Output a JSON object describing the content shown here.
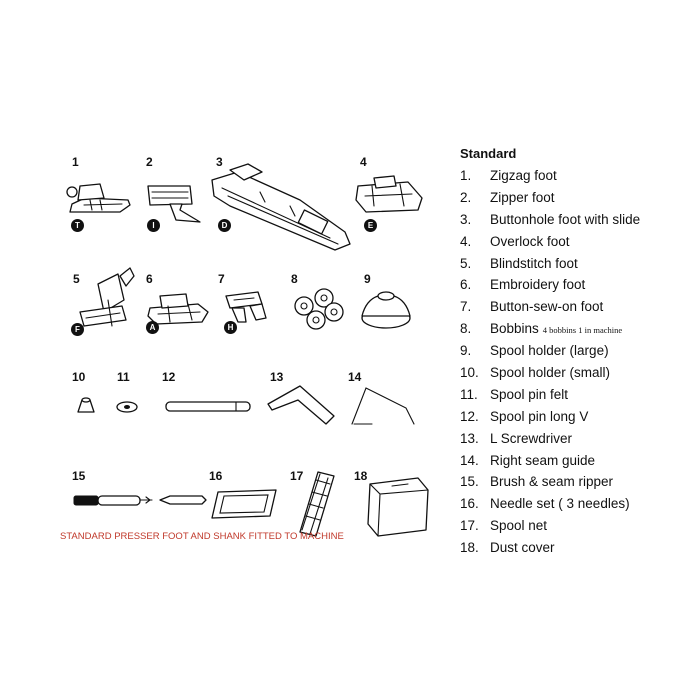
{
  "parts_title": "Standard",
  "parts": [
    {
      "n": "1.",
      "label": "Zigzag foot",
      "badge": "T"
    },
    {
      "n": "2.",
      "label": "Zipper foot",
      "badge": "I"
    },
    {
      "n": "3.",
      "label": "Buttonhole foot with slide",
      "badge": "D"
    },
    {
      "n": "4.",
      "label": "Overlock foot",
      "badge": "E"
    },
    {
      "n": "5.",
      "label": "Blindstitch foot",
      "badge": "F"
    },
    {
      "n": "6.",
      "label": "Embroidery foot",
      "badge": "A"
    },
    {
      "n": "7.",
      "label": "Button-sew-on foot",
      "badge": "H"
    },
    {
      "n": "8.",
      "label": "Bobbins",
      "note": "4 bobbins 1 in machine"
    },
    {
      "n": "9.",
      "label": "Spool holder (large)"
    },
    {
      "n": "10.",
      "label": "Spool holder (small)"
    },
    {
      "n": "11.",
      "label": "Spool pin felt"
    },
    {
      "n": "12.",
      "label": "Spool pin long V"
    },
    {
      "n": "13.",
      "label": "L Screwdriver"
    },
    {
      "n": "14.",
      "label": "Right seam guide"
    },
    {
      "n": "15.",
      "label": "Brush & seam ripper"
    },
    {
      "n": "16.",
      "label": "Needle set ( 3 needles)"
    },
    {
      "n": "17.",
      "label": "Spool net"
    },
    {
      "n": "18.",
      "label": "Dust cover"
    }
  ],
  "figure_numbers": [
    "1",
    "2",
    "3",
    "4",
    "5",
    "6",
    "7",
    "8",
    "9",
    "10",
    "11",
    "12",
    "13",
    "14",
    "15",
    "16",
    "17",
    "18"
  ],
  "red_note": "STANDARD PRESSER FOOT AND SHANK FITTED TO MACHINE",
  "colors": {
    "ink": "#111111",
    "note_red": "#c0392b",
    "background": "#ffffff"
  }
}
